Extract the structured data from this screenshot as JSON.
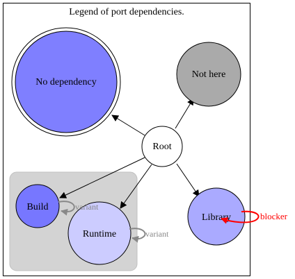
{
  "title": "Legend of port dependencies.",
  "nodes": {
    "root": {
      "label": "Root",
      "fill": "#ffffff"
    },
    "no_dependency": {
      "label": "No dependency",
      "fill": "#7f7fff"
    },
    "not_here": {
      "label": "Not here",
      "fill": "#aaaaaa"
    },
    "build": {
      "label": "Build",
      "fill": "#7777ff"
    },
    "runtime": {
      "label": "Runtime",
      "fill": "#ccccff"
    },
    "library": {
      "label": "Library",
      "fill": "#aaaaff"
    }
  },
  "edges": {
    "build_self": {
      "label": "variant",
      "color": "#888888"
    },
    "runtime_self": {
      "label": "variant",
      "color": "#888888"
    },
    "library_self": {
      "label": "blocker",
      "color": "#ff0000"
    }
  },
  "colors": {
    "cluster_fill": "#d3d3d3",
    "edge": "#000000",
    "outline": "#000000"
  }
}
